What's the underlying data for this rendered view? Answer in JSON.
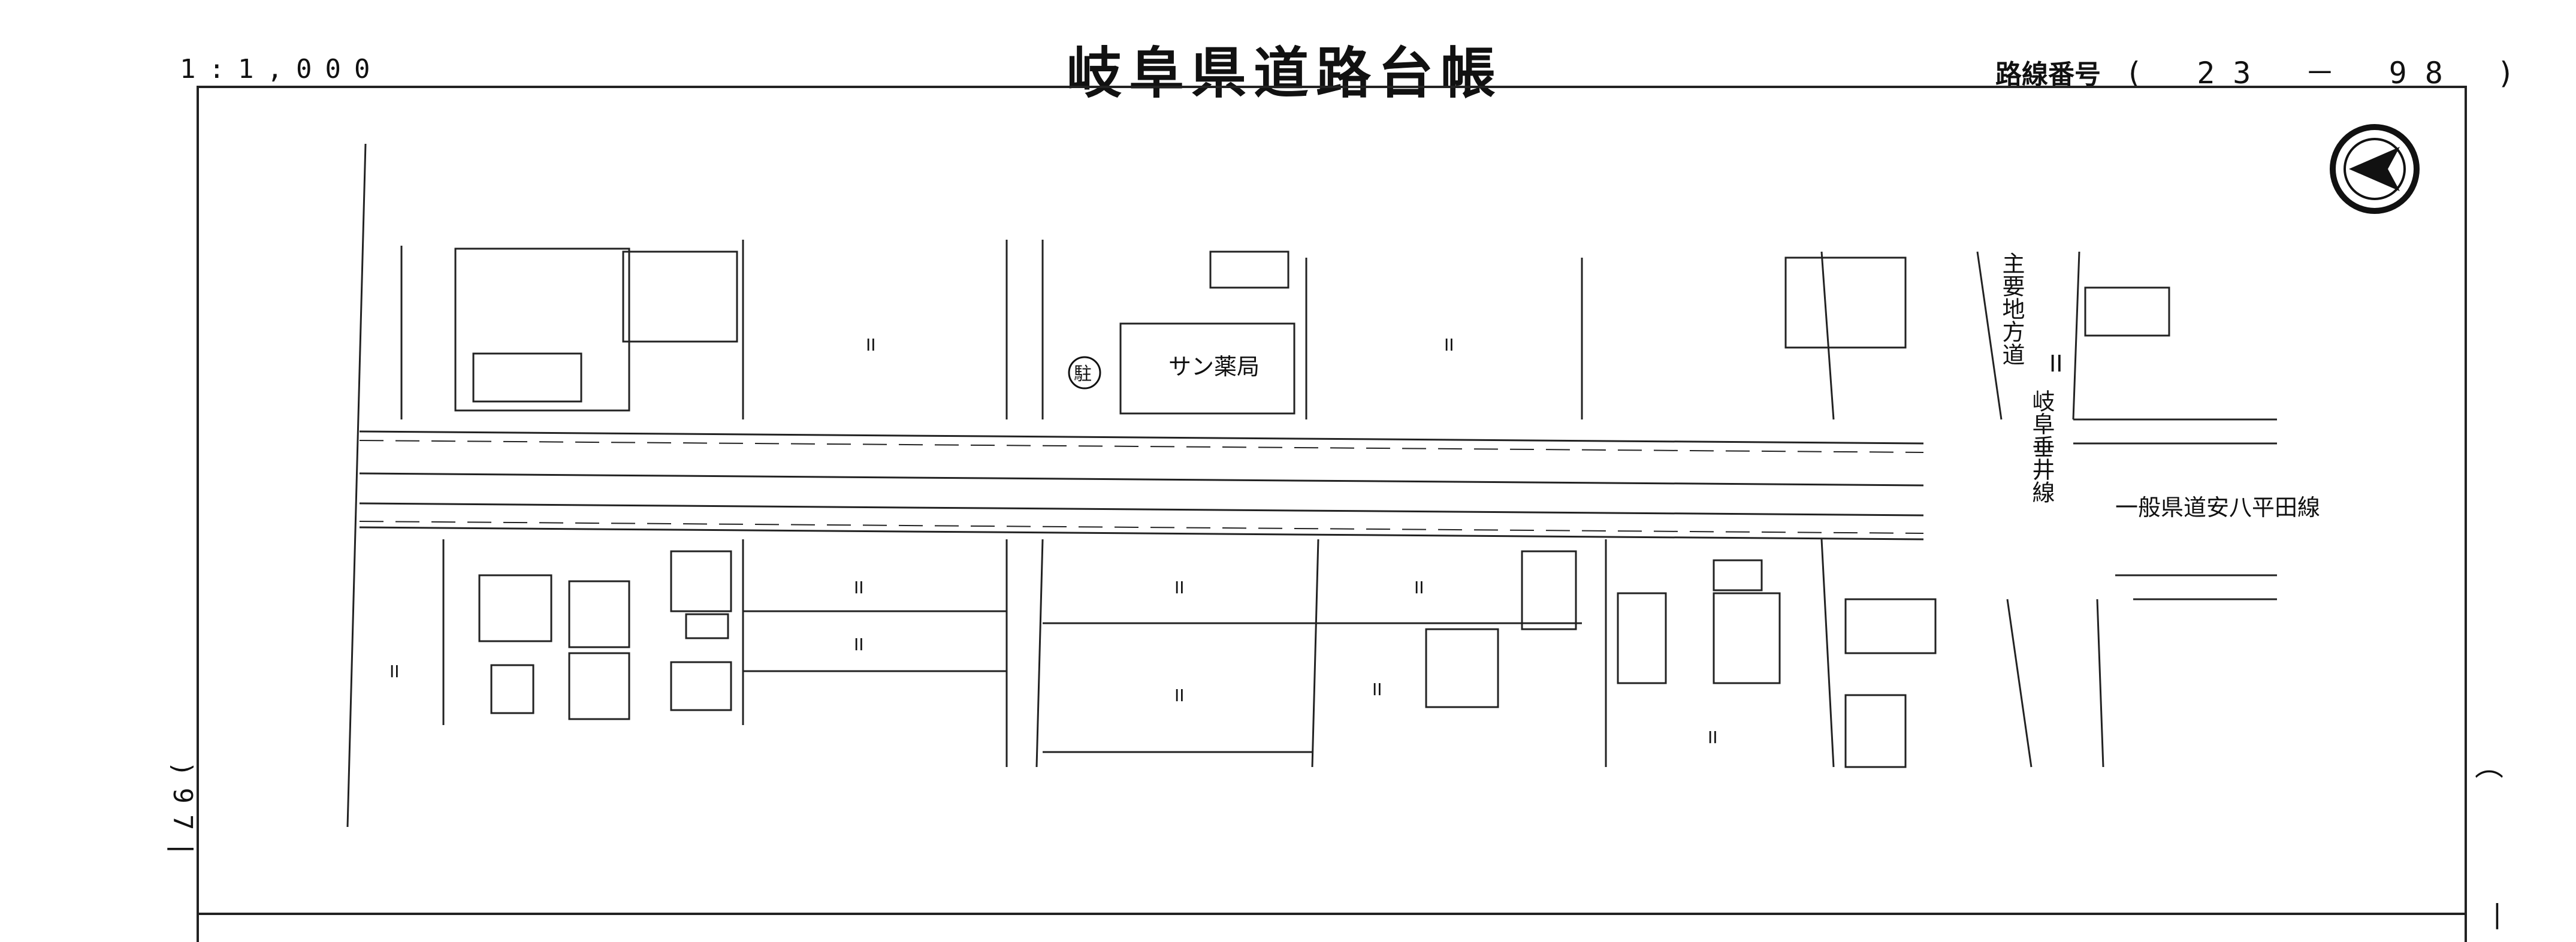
{
  "header": {
    "scale": "1:1,000",
    "title": "岐阜県道路台帳",
    "route_label": "路線番号",
    "route_number": "(  23  －  98  )"
  },
  "margin": {
    "left_page_number": ")97|",
    "right_paren": "⌒",
    "right_dash": "|"
  },
  "map": {
    "building_label": "サン薬局",
    "parking_symbol": "駐",
    "road_label_vertical": "主要地方道",
    "road_label_vertical_2": "岐阜垂井線",
    "road_label_right": "一般県道安八平田線",
    "parcel_mark": "II"
  }
}
